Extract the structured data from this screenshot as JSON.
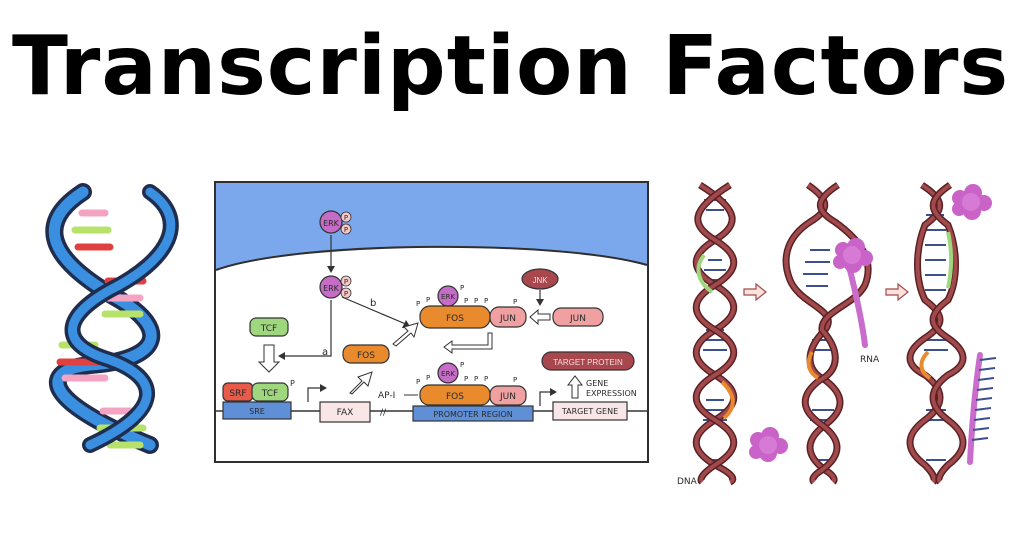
{
  "title": "Transcription Factors",
  "signaling": {
    "erk": "ERK",
    "p": "P",
    "tcf": "TCF",
    "srf": "SRF",
    "sre": "SRE",
    "fos": "FOS",
    "jun": "JUN",
    "jnk": "JNK",
    "fax": "FAX",
    "ap1": "AP-I",
    "promoter_region": "PROMOTER REGION",
    "target_gene": "TARGET GENE",
    "target_protein": "TARGET PROTEIN",
    "gene": "GENE",
    "expression": "EXPRESSION",
    "arrow_a": "a",
    "arrow_b": "b",
    "break_mark": "//"
  },
  "dna_panel": {
    "rna": "RNA",
    "dna": "DNA"
  },
  "colors": {
    "cytoplasm_blue": "#7ba7ec",
    "erk_purple": "#c56cc6",
    "fos_orange": "#e98a2d",
    "jun_pink": "#f0a0a0",
    "sre_blue": "#5f8fd6",
    "tcf_green": "#9fd77e",
    "srf_red": "#e85a4a",
    "dna_backbone": "#9b4545",
    "dna_rungs": "#3c4f8e",
    "rna_purple": "#c96ccb",
    "helix_blue": "#3a8fe0",
    "helix_dark": "#1f2e4f"
  }
}
